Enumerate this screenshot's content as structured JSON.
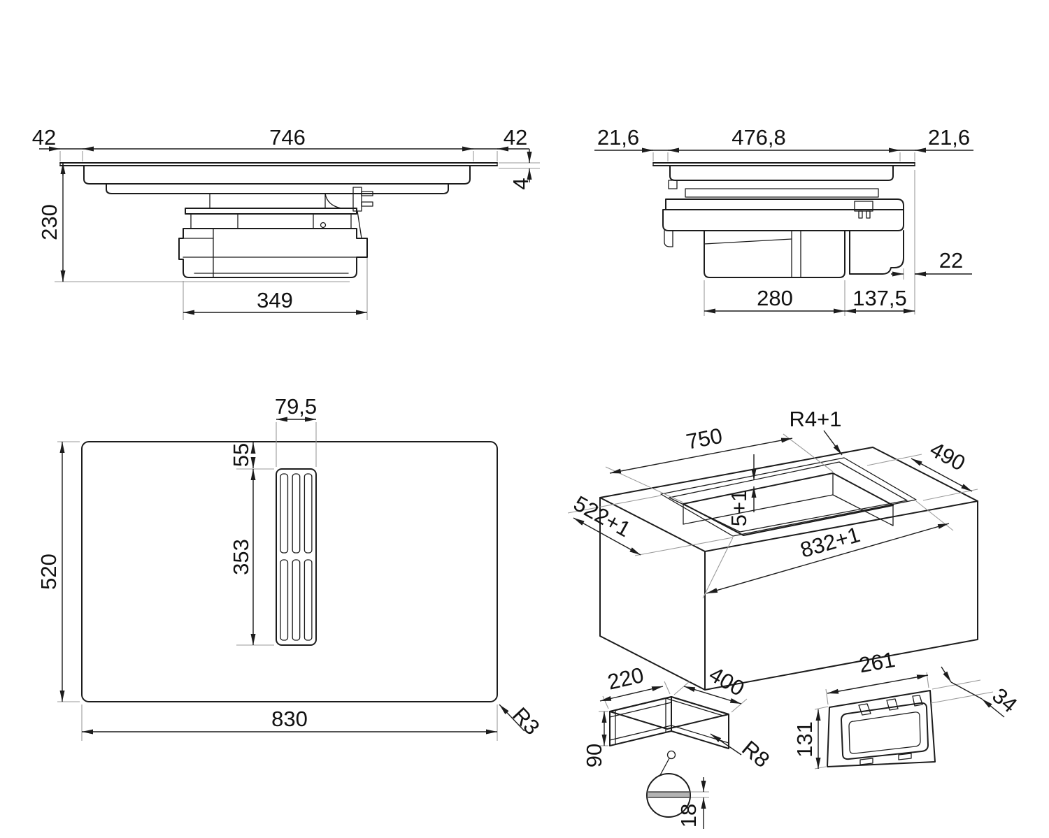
{
  "drawing": {
    "kind": "installation-dimension-drawing",
    "subject": "induction hob with integrated downdraft extractor",
    "units": "mm",
    "line_color": "#1c1c1c",
    "extension_line_color": "#9a9a9a"
  },
  "views": {
    "front": {
      "name": "front-elevation",
      "overhang_left": "42",
      "glass_width": "746",
      "overhang_right": "42",
      "glass_thickness": "4",
      "depth_below": "230",
      "duct_box_width": "349"
    },
    "side": {
      "name": "side-elevation",
      "overhang_front": "21,6",
      "body_depth": "476,8",
      "overhang_rear": "21,6",
      "edge_offset": "22",
      "motor_depth": "280",
      "rear_clearance": "137,5"
    },
    "plan": {
      "name": "top-view",
      "grille_width": "79,5",
      "grille_offset": "55",
      "grille_length": "353",
      "glass_depth": "520",
      "glass_width": "830",
      "corner_radius": "R3"
    },
    "cutout": {
      "name": "worktop-cutout-isometric",
      "inner_width": "750",
      "corner_radius": "R4+1",
      "inner_depth": "490",
      "cutout_depth": "522+1",
      "rebate_depth": "5+1",
      "cutout_width": "832+1"
    },
    "duct": {
      "name": "flat-duct-isometric",
      "width": "220",
      "length": "400",
      "height": "90",
      "corner_radius": "R8",
      "wall_detail": "18"
    },
    "flange": {
      "name": "duct-flange-isometric",
      "width": "261",
      "depth": "34",
      "height": "131"
    }
  }
}
